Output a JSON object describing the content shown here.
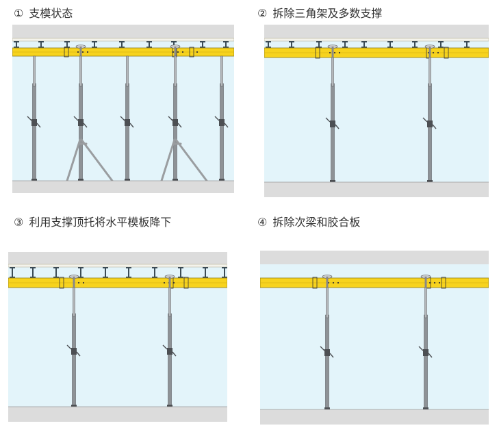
{
  "panels": [
    {
      "number": "①",
      "title": "支模状态"
    },
    {
      "number": "②",
      "title": "拆除三角架及多数支撑"
    },
    {
      "number": "③",
      "title": "利用支撑顶托将水平模板降下"
    },
    {
      "number": "④",
      "title": "拆除次梁和胶合板"
    }
  ],
  "colors": {
    "background": "#e3f4fa",
    "ground": "#dcdcdc",
    "beam": "#f7d31e",
    "beam_edge": "#8c7a15",
    "deck": "#f4f3ec",
    "joist": "#3b4b55",
    "prop": "#8e9296",
    "prop_dark": "#4c4f53",
    "brace": "#9a9da0"
  }
}
